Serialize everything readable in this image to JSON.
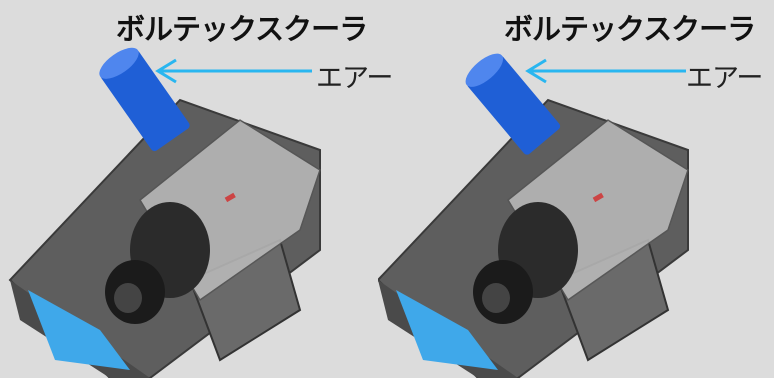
{
  "diagram": {
    "left": {
      "title": "ボルテックスクーラ",
      "air_label": "エアー"
    },
    "right": {
      "title": "ボルテックスクーラ",
      "air_label": "エアー"
    }
  },
  "colors": {
    "cooler": "#1f5fd6",
    "arrow": "#29b6f0",
    "housing": "#6f6f6f",
    "window": "#3fa8ea",
    "background": "#dcdcdc"
  }
}
